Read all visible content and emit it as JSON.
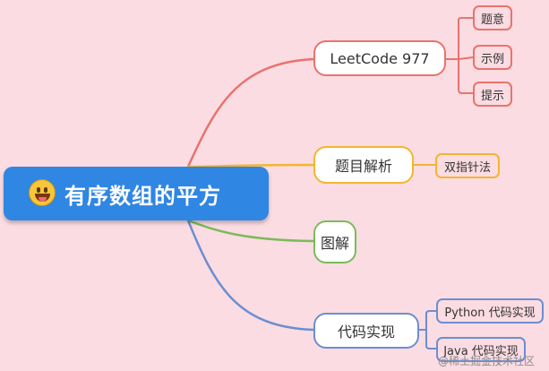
{
  "root": {
    "title": "有序数组的平方",
    "icon": "grinning-face-with-tongue-emoji"
  },
  "branches": [
    {
      "label": "LeetCode 977",
      "color": "#e9736d",
      "children": [
        "题意",
        "示例",
        "提示"
      ]
    },
    {
      "label": "题目解析",
      "color": "#f3b531",
      "children": [
        "双指针法"
      ]
    },
    {
      "label": "图解",
      "color": "#7bbb5a",
      "children": []
    },
    {
      "label": "代码实现",
      "color": "#6c8ed0",
      "children": [
        "Python 代码实现",
        "Java 代码实现"
      ]
    }
  ],
  "watermark": "@稀土掘金技术社区",
  "colors": {
    "background": "#fbdce2",
    "root": "#2f86e3"
  }
}
